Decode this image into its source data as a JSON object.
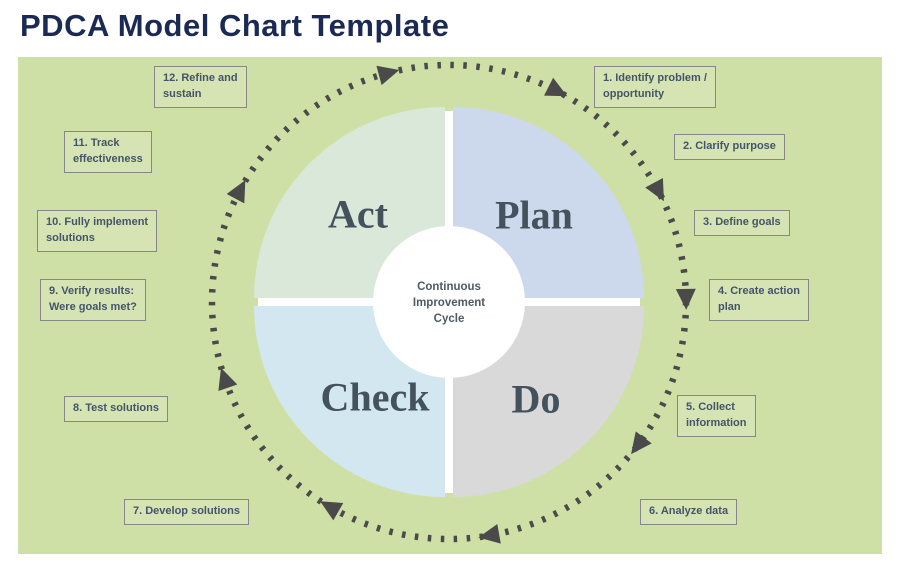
{
  "title": "PDCA Model Chart Template",
  "colors": {
    "panel_bg": "#cfe0a6",
    "title_text": "#1b2a55",
    "ring": "#4a4a4a",
    "step_box_bg": "#d6e3b2",
    "step_box_border": "#878787",
    "step_text": "#44546a",
    "quadrant_label_text": "#44525e"
  },
  "center": {
    "label": "Continuous\nImprovement\nCycle"
  },
  "quadrants": [
    {
      "id": "act",
      "label": "Act",
      "color": "#d9e8d8"
    },
    {
      "id": "plan",
      "label": "Plan",
      "color": "#ccd8eb"
    },
    {
      "id": "check",
      "label": "Check",
      "color": "#d2e7f0"
    },
    {
      "id": "do",
      "label": "Do",
      "color": "#d9d9d9"
    }
  ],
  "steps": [
    {
      "label": "1. Identify problem /\nopportunity"
    },
    {
      "label": "2. Clarify purpose"
    },
    {
      "label": "3. Define goals"
    },
    {
      "label": "4. Create action\nplan"
    },
    {
      "label": "5. Collect\ninformation"
    },
    {
      "label": "6. Analyze data"
    },
    {
      "label": "7. Develop solutions"
    },
    {
      "label": "8. Test solutions"
    },
    {
      "label": "9. Verify results:\nWere goals met?"
    },
    {
      "label": "10. Fully implement\nsolutions"
    },
    {
      "label": "11. Track\neffectiveness"
    },
    {
      "label": "12. Refine and\nsustain"
    }
  ]
}
